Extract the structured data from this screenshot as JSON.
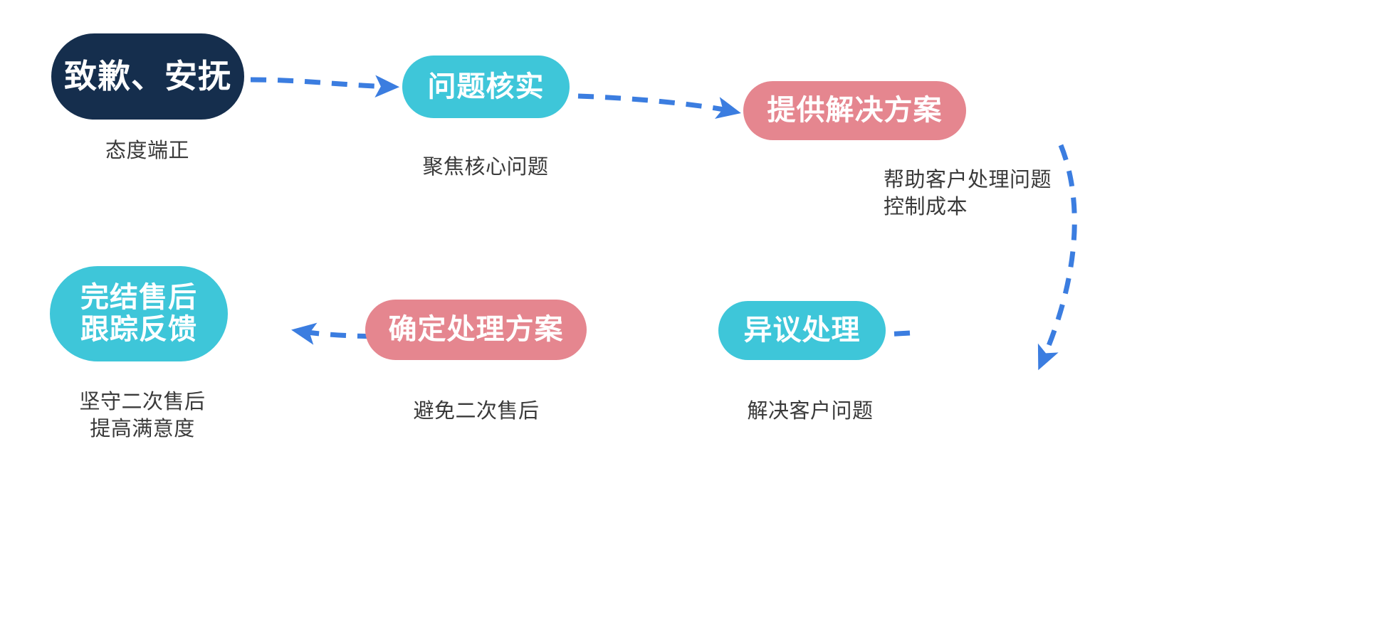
{
  "diagram": {
    "background": "#ffffff",
    "palette": {
      "navy": "#152e4d",
      "cyan": "#3ec6d9",
      "pink": "#e5868f",
      "arrow_blue": "#3b7de0",
      "caption_text": "#3a3a3a",
      "node_text": "#ffffff"
    },
    "nodes": [
      {
        "id": "apology",
        "label": "致歉、安抚",
        "caption": "态度端正",
        "color": "#152e4d",
        "shape": "pill"
      },
      {
        "id": "verify",
        "label": "问题核实",
        "caption": "聚焦核心问题",
        "color": "#3ec6d9",
        "shape": "pill"
      },
      {
        "id": "solution",
        "label": "提供解决方案",
        "caption": "帮助客户处理问题\n控制成本",
        "color": "#e5868f",
        "shape": "pill"
      },
      {
        "id": "objection",
        "label": "异议处理",
        "caption": "解决客户问题",
        "color": "#3ec6d9",
        "shape": "pill"
      },
      {
        "id": "confirm",
        "label": "确定处理方案",
        "caption": "避免二次售后",
        "color": "#e5868f",
        "shape": "pill"
      },
      {
        "id": "followup",
        "label": "完结售后\n跟踪反馈",
        "caption": "坚守二次售后\n提高满意度",
        "color": "#3ec6d9",
        "shape": "pill"
      }
    ],
    "edges": [
      {
        "id": "edge-apology-verify",
        "from": "apology",
        "to": "verify",
        "style": "dashed",
        "direction": "right"
      },
      {
        "id": "edge-verify-solution",
        "from": "verify",
        "to": "solution",
        "style": "dashed",
        "direction": "right"
      },
      {
        "id": "edge-solution-objection",
        "from": "solution",
        "to": "objection",
        "style": "dashed",
        "direction": "down"
      },
      {
        "id": "edge-objection-confirm",
        "from": "objection",
        "to": "confirm",
        "style": "dashed",
        "direction": "left"
      },
      {
        "id": "edge-confirm-followup",
        "from": "confirm",
        "to": "followup",
        "style": "dashed",
        "direction": "left"
      }
    ]
  }
}
